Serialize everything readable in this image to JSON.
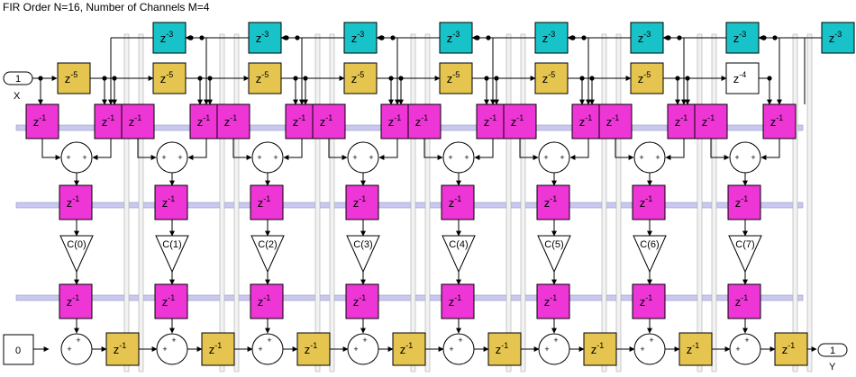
{
  "title": "FIR Order N=16, Number of Channels M=4",
  "colors": {
    "cyan": "#17c3c9",
    "yellow": "#e5c54f",
    "magenta": "#ee36d6",
    "bus": "#c8c8f0",
    "line": "#000000",
    "white": "#ffffff"
  },
  "ports": {
    "in_num": "1",
    "in_name": "X",
    "out_num": "1",
    "out_name": "Y",
    "const": "0"
  },
  "blocks": {
    "z_base": "z",
    "delay_cyan_exp": "-3",
    "delay_top_exp": "-5",
    "delay_last_exp": "-4",
    "delay_unit_exp": "-1"
  },
  "coefficients": [
    "C(0)",
    "C(1)",
    "C(2)",
    "C(3)",
    "C(4)",
    "C(5)",
    "C(6)",
    "C(7)"
  ],
  "sum_sign": "+"
}
